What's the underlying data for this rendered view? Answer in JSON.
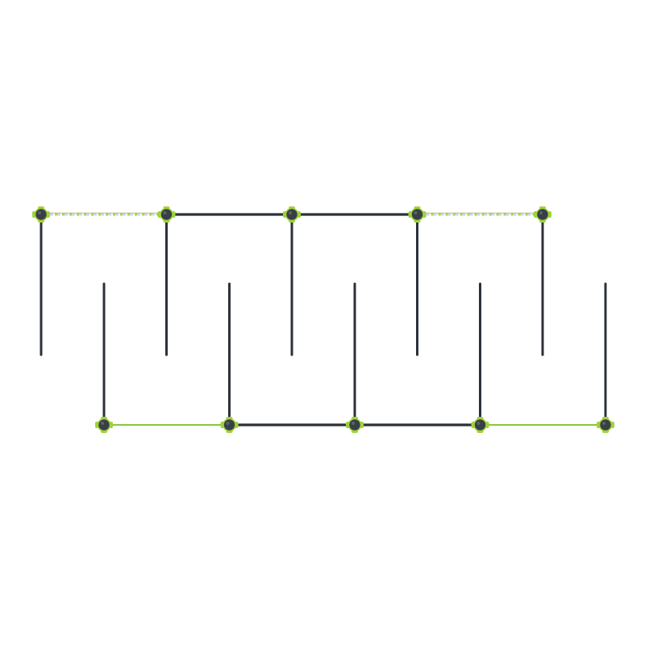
{
  "colors": {
    "background": "#ffffff",
    "pole": "#2c3138",
    "rail_dark": "#2c3138",
    "rail_green": "#8cc63f",
    "rope_green": "#a6d84a",
    "rope_light": "#d6d2ea",
    "clamp": "#9ed33a",
    "clamp_dark": "#6f9e1f",
    "post_cap": "#3a3f46"
  },
  "structure": {
    "top_row": {
      "posts": 5,
      "segments": [
        "rope",
        "dark",
        "dark",
        "rope"
      ]
    },
    "bottom_row": {
      "posts": 5,
      "segments": [
        "green",
        "dark",
        "dark",
        "green"
      ]
    }
  }
}
